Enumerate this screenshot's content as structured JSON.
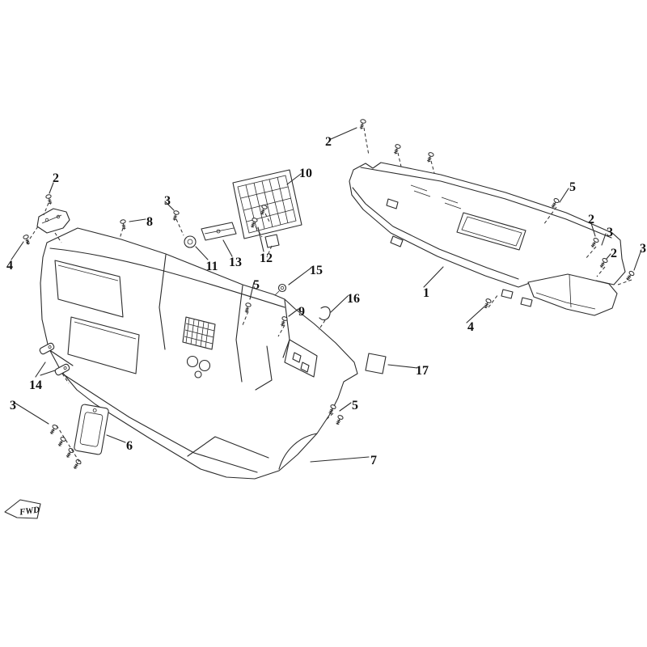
{
  "diagram": {
    "type": "exploded-parts-diagram",
    "background": "#ffffff",
    "line_color": "#2b2b2b",
    "fwd_label": "FWD",
    "callouts": [
      {
        "label": "2"
      },
      {
        "label": "5"
      },
      {
        "label": "2"
      },
      {
        "label": "3"
      },
      {
        "label": "2"
      },
      {
        "label": "3"
      },
      {
        "label": "1"
      },
      {
        "label": "4"
      },
      {
        "label": "2"
      },
      {
        "label": "4"
      },
      {
        "label": "3"
      },
      {
        "label": "8"
      },
      {
        "label": "10"
      },
      {
        "label": "11"
      },
      {
        "label": "13"
      },
      {
        "label": "12"
      },
      {
        "label": "15"
      },
      {
        "label": "5"
      },
      {
        "label": "9"
      },
      {
        "label": "16"
      },
      {
        "label": "14"
      },
      {
        "label": "3"
      },
      {
        "label": "6"
      },
      {
        "label": "5"
      },
      {
        "label": "7"
      },
      {
        "label": "17"
      }
    ]
  }
}
